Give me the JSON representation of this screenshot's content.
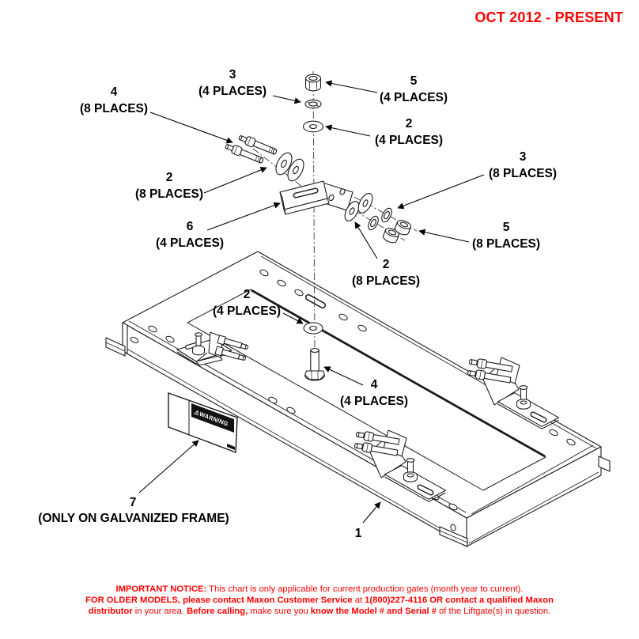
{
  "colors": {
    "accent_red": "#ff0000",
    "drawing_line": "#1b1b1b"
  },
  "header": {
    "date_range": "OCT 2012 - PRESENT"
  },
  "callouts": [
    {
      "num": "3",
      "places": "(4 PLACES)"
    },
    {
      "num": "5",
      "places": "(4 PLACES)"
    },
    {
      "num": "4",
      "places": "(8 PLACES)"
    },
    {
      "num": "2",
      "places": "(4 PLACES)"
    },
    {
      "num": "2",
      "places": "(8 PLACES)"
    },
    {
      "num": "3",
      "places": "(8 PLACES)"
    },
    {
      "num": "6",
      "places": "(4 PLACES)"
    },
    {
      "num": "5",
      "places": "(8 PLACES)"
    },
    {
      "num": "2",
      "places": "(8 PLACES)"
    },
    {
      "num": "2",
      "places": "(4 PLACES)"
    },
    {
      "num": "4",
      "places": "(4 PLACES)"
    },
    {
      "num": "7",
      "places": ""
    },
    {
      "num": "1",
      "places": ""
    }
  ],
  "frame_note": "(ONLY ON GALVANIZED FRAME)",
  "warning_label": {
    "text": "⚠WARNING"
  },
  "notice": {
    "line1_bold": "IMPORTANT NOTICE:",
    "line1_rest": " This chart is only applicable for current production gates (month year to current).",
    "line2_bold1": "FOR OLDER MODELS, please contact Maxon Customer Service",
    "line2_rest1": " at ",
    "line2_bold2": "1(800)227-4116 OR contact a qualified Maxon",
    "line3_bold1": "distributor",
    "line3_rest1": " in your area. ",
    "line3_bold2": "Before calling,",
    "line3_rest2": " make sure you ",
    "line3_bold3": "know the Model # and Serial #",
    "line3_rest3": " of the Liftgate(s) in question."
  }
}
